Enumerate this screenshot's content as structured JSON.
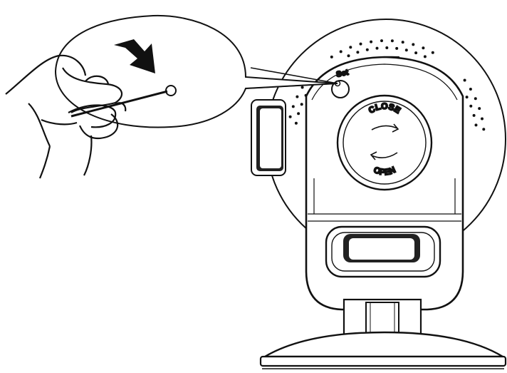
{
  "figure": {
    "set_label": "Set",
    "close_label": "CLOSE",
    "open_label": "OPEN",
    "callout_icon": "arrow-down-right-icon",
    "ink_color": "#111111",
    "paper_color": "#ffffff"
  }
}
